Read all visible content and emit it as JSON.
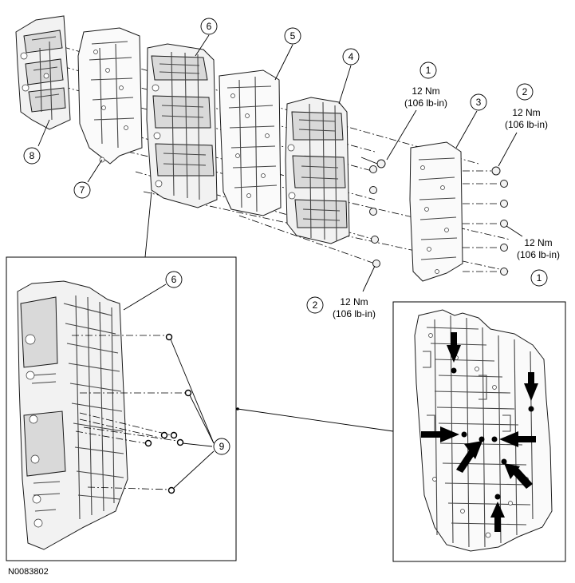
{
  "figure_code": "N0083802",
  "callouts": {
    "c1_top": "1",
    "c1_bottom": "1",
    "c2_top": "2",
    "c2_bottom": "2",
    "c3": "3",
    "c4": "4",
    "c5": "5",
    "c6_top": "6",
    "c6_detail": "6",
    "c7": "7",
    "c8": "8",
    "c9": "9"
  },
  "torque": {
    "t1_top": {
      "nm": "12 Nm",
      "lbin": "(106 lb-in)"
    },
    "t2_top": {
      "nm": "12 Nm",
      "lbin": "(106 lb-in)"
    },
    "t1_bottom": {
      "nm": "12 Nm",
      "lbin": "(106 lb-in)"
    },
    "t2_bottom": {
      "nm": "12 Nm",
      "lbin": "(106 lb-in)"
    }
  }
}
